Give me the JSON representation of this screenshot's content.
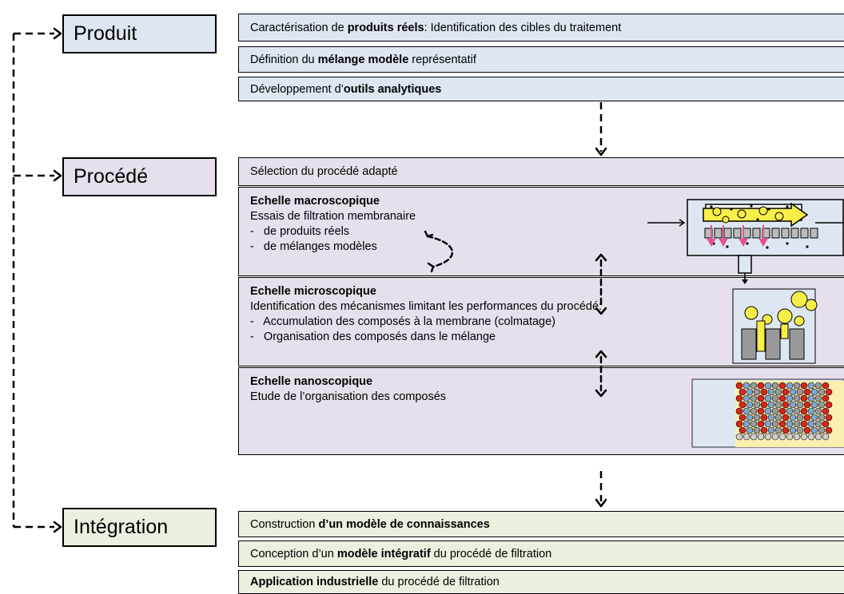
{
  "stages": [
    {
      "label": "Produit",
      "color": "#dde6f1"
    },
    {
      "label": "Procédé",
      "color": "#e7e0ec"
    },
    {
      "label": "Intégration",
      "color": "#e9f0de"
    }
  ],
  "produit_rows": [
    {
      "pre": "Caractérisation de ",
      "bold": "produits réels",
      "post": ": Identification des cibles du traitement"
    },
    {
      "pre": "Définition du ",
      "bold": "mélange modèle",
      "post": " représentatif"
    },
    {
      "pre": "Développement d’",
      "bold": "outils analytiques",
      "post": ""
    }
  ],
  "procede": {
    "selection": "Sélection du procédé adapté",
    "macro": {
      "title": "Echelle macroscopique",
      "line": "Essais de filtration membranaire",
      "items": [
        "-   de produits réels",
        "-   de mélanges modèles"
      ]
    },
    "micro": {
      "title": "Echelle microscopique",
      "line": "Identification des mécanismes limitant les performances du procédé:",
      "items": [
        "-   Accumulation des composés à la membrane (colmatage)",
        "-   Organisation des composés dans le mélange"
      ]
    },
    "nano": {
      "title": "Echelle nanoscopique",
      "line": "Etude de l’organisation des composés"
    }
  },
  "integration_rows": [
    {
      "pre": "Construction ",
      "bold": "d’un modèle de connaissances",
      "post": ""
    },
    {
      "pre": "Conception d’un ",
      "bold": "modèle intégratif",
      "post": " du procédé de filtration"
    },
    {
      "pre": "",
      "bold": "Application industrielle",
      "post": " du procédé de filtration"
    }
  ],
  "colors": {
    "produit": "#dde6f1",
    "procede": "#e7e0ec",
    "integration": "#e9f0de",
    "yellow": "#f7ee4a",
    "pink_arrow": "#e8519a",
    "red_bead": "#d9261c",
    "blue_bead": "#7fa6cf",
    "grey_bead": "#9a9a9a"
  }
}
